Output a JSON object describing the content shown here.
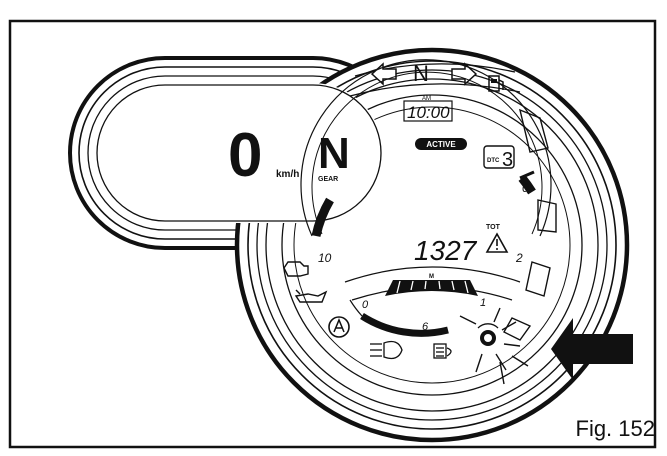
{
  "figure": {
    "label": "Fig. 152"
  },
  "lcd": {
    "speed_value": "0",
    "speed_unit": "km/h",
    "gear_value": "N",
    "gear_label": "GEAR"
  },
  "dash": {
    "clock_label": "AM",
    "clock_value": "10:00",
    "active_label": "ACTIVE",
    "dtc_label": "DTC",
    "dtc_value": "3",
    "odo_value": "1327",
    "tot_label": "TOT",
    "neutral_label": "N",
    "tach_left_tick": "10",
    "tach_right_tick": "2",
    "tach_zero_tick": "0",
    "gauge_left_tick": "0",
    "gauge_right_tick": "1",
    "gauge_bottom_tick": "6",
    "gauge_mid_label": "M"
  },
  "icons": {
    "turn_left": "arrow-left-icon",
    "turn_right": "arrow-right-icon",
    "fuel": "fuel-pump-icon",
    "engine": "engine-icon",
    "oil": "oil-can-icon",
    "abs": "abs-icon",
    "warning": "warning-triangle-icon",
    "headlight": "headlight-icon",
    "high_beam": "high-beam-icon",
    "traction": "traction-icon",
    "pointer": "pointer-arrow-icon"
  }
}
